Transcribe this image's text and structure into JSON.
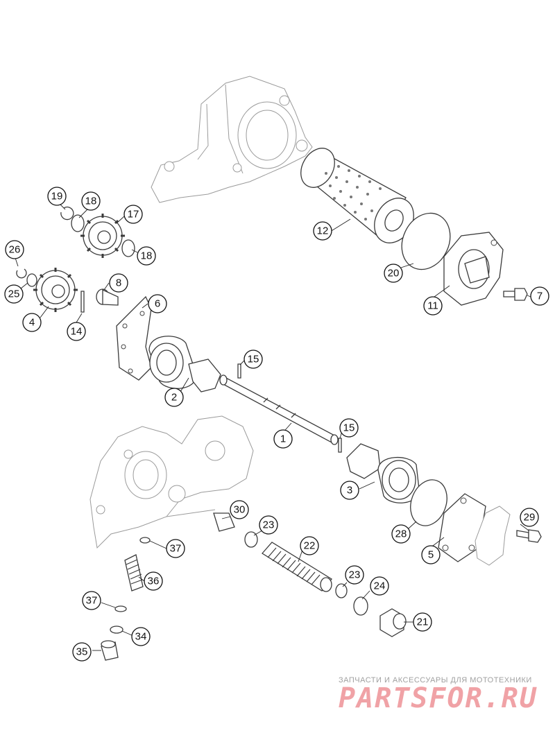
{
  "callouts": [
    "1",
    "2",
    "3",
    "4",
    "5",
    "6",
    "7",
    "8",
    "11",
    "12",
    "14",
    "15",
    "15",
    "17",
    "18",
    "18",
    "19",
    "20",
    "21",
    "22",
    "23",
    "23",
    "24",
    "25",
    "26",
    "28",
    "29",
    "30",
    "34",
    "35",
    "36",
    "37",
    "37"
  ],
  "watermark": {
    "tagline": "ЗАПЧАСТИ И АКСЕССУАРЫ ДЛЯ МОТОТЕХНИКИ",
    "brand": "PARTSFOR.RU"
  },
  "colors": {
    "line": "#3a3a3a",
    "faint": "#9a9a9a",
    "watermark": "#f0a2a6"
  }
}
